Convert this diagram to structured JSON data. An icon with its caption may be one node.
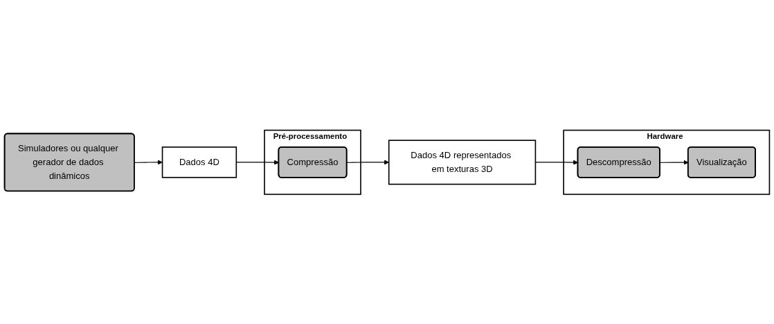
{
  "diagram": {
    "nodes": [
      {
        "text": [
          "Simuladores ou qualquer gerador de dados dinâmicos"
        ]
      },
      {
        "text": [
          "Dados 4D"
        ]
      },
      {
        "text": [
          "Pré-processamento"
        ]
      },
      {
        "text": [
          "Compressão"
        ],
        "in": 2
      },
      {
        "text": [
          "Hardware"
        ]
      },
      {
        "text": [
          "Visualização"
        ],
        "in": 4
      },
      {
        "text": [
          "Descompressão"
        ],
        "in": 4
      },
      {
        "text": [
          "Dados 4D representados em texturas 3D"
        ]
      }
    ],
    "edges": [
      {
        "from": 0,
        "to": 1,
        "arrow": "to"
      },
      {
        "from": 1,
        "to": 3,
        "arrow": "to"
      },
      {
        "from": 3,
        "to": 7,
        "arrow": "to"
      },
      {
        "from": 7,
        "to": 6,
        "arrow": "to"
      },
      {
        "from": 6,
        "to": 5,
        "arrow": "to"
      }
    ]
  }
}
